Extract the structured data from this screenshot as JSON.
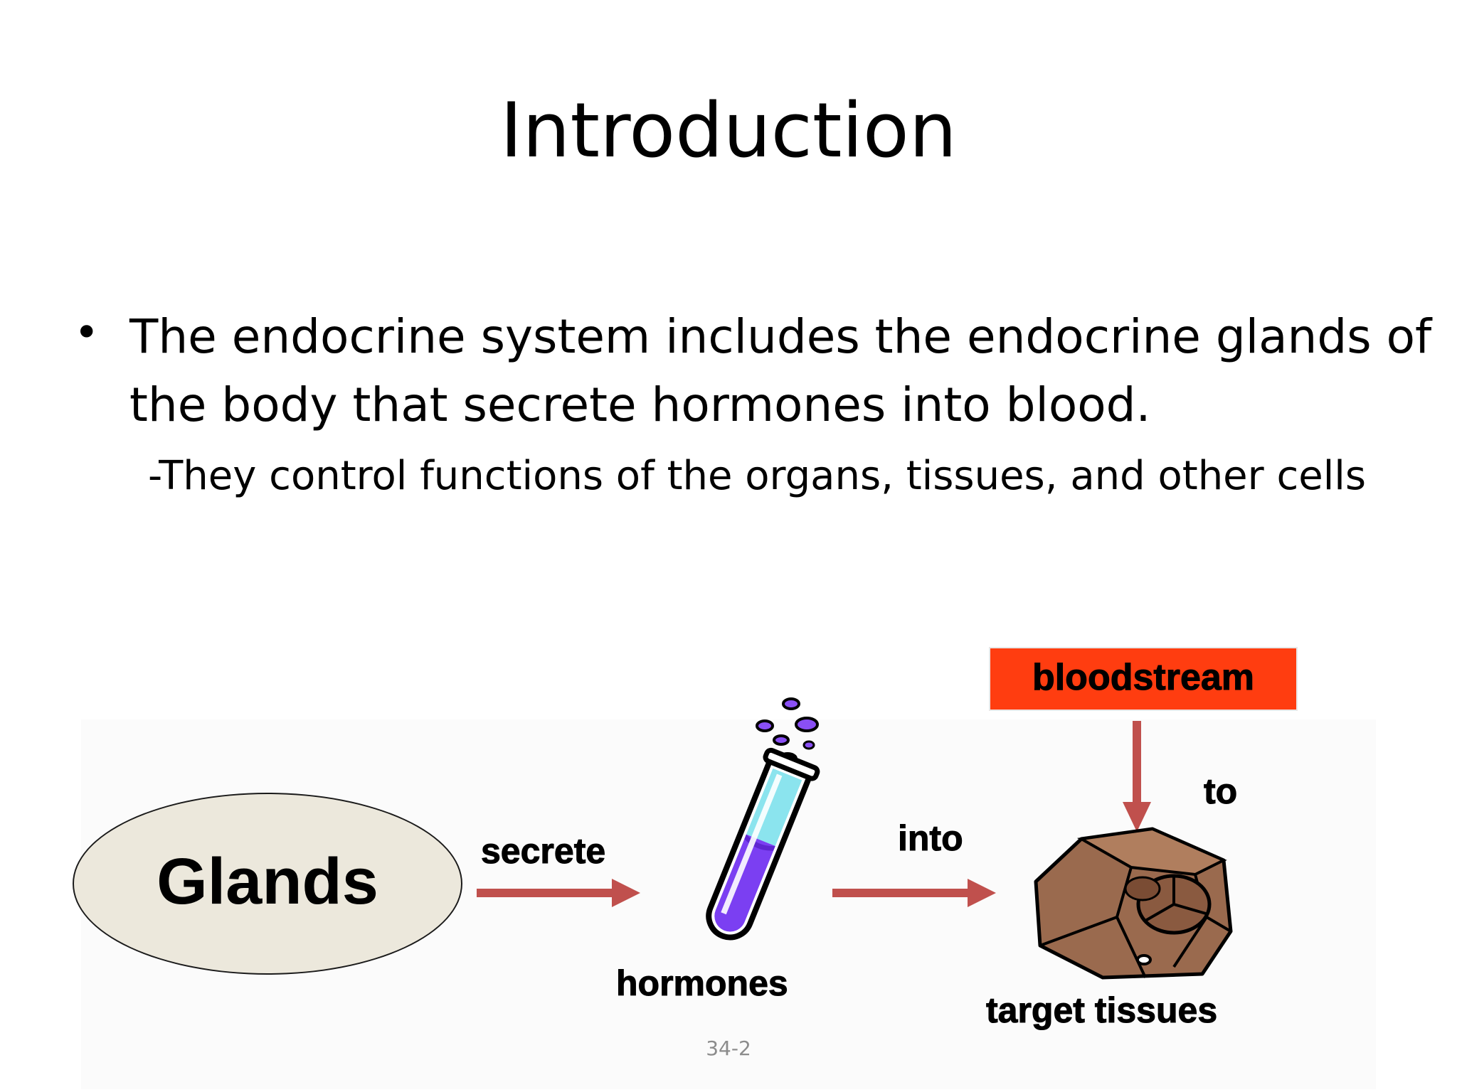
{
  "slide": {
    "title": "Introduction",
    "bullet_symbol": "•",
    "bullet_text": "The endocrine system includes the endocrine glands of the body that secrete hormones into blood.",
    "sub_point": "-They control functions of the organs, tissues, and other cells",
    "page_number": "34-2"
  },
  "diagram": {
    "glands_label": "Glands",
    "secrete_label": "secrete",
    "hormones_label": "hormones",
    "into_label": "into",
    "bloodstream_label": "bloodstream",
    "to_label": "to",
    "target_label": "target tissues",
    "arrow_icon": "right-arrow-icon",
    "test_tube_icon": "test-tube-icon",
    "cell_icon": "tissue-cell-icon",
    "colors": {
      "arrow": "#c0504d",
      "bloodstream_box": "#ff3d10",
      "gland_fill": "#ece8dc",
      "tube_liquid": "#7b3ff2",
      "tube_glass": "#8be4ee",
      "cell_fill": "#9a6a4e"
    }
  }
}
